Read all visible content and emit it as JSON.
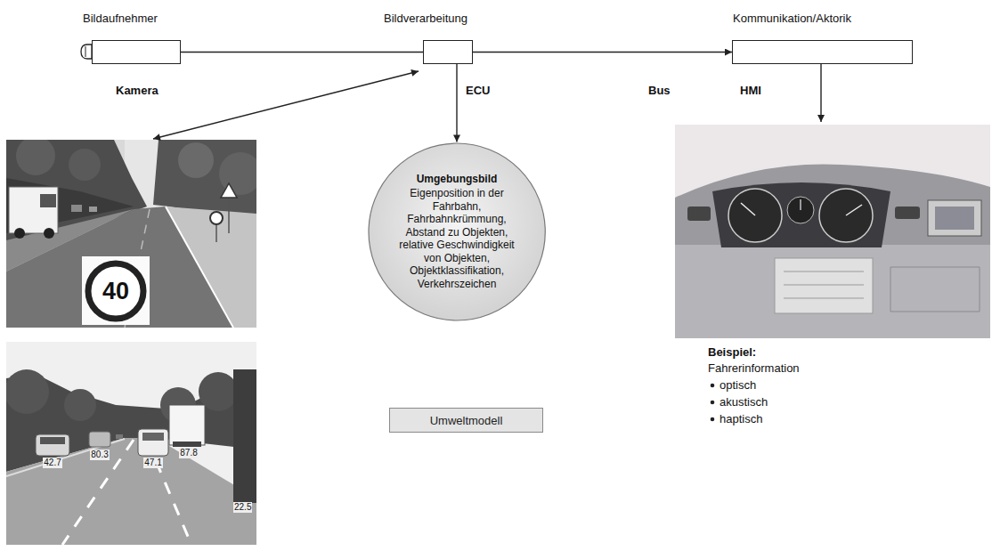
{
  "diagram": {
    "nodes": [
      {
        "text": [
          "Bildaufnehmer"
        ]
      },
      {
        "text": [
          "Bildverarbeitung"
        ]
      },
      {
        "text": [
          "Kommunikation/Aktorik"
        ]
      },
      {
        "text": [
          "Umgebungsbild",
          "Eigenposition in der Fahrbahn, Fahrbahnkrümmung, Abstand zu Objekten, relative Geschwindigkeit von Objekten, Objektklassifikation, Verkehrszeichen"
        ]
      },
      {
        "text": [
          "Umweltmodell"
        ]
      }
    ],
    "edges": [
      {
        "from": 0,
        "to": 1,
        "arrow": "none"
      },
      {
        "from": 1,
        "to": 2,
        "arrow": "to"
      },
      {
        "from": 1,
        "to": 3,
        "arrow": "to"
      }
    ],
    "labels": [
      "Kamera",
      "ECU",
      "Bus",
      "HMI",
      "40",
      "42.7",
      "80.3",
      "47.1",
      "87.8",
      "22.5",
      "Beispiel:",
      "Fahrerinformation",
      "optisch",
      "akustisch",
      "haptisch"
    ]
  }
}
